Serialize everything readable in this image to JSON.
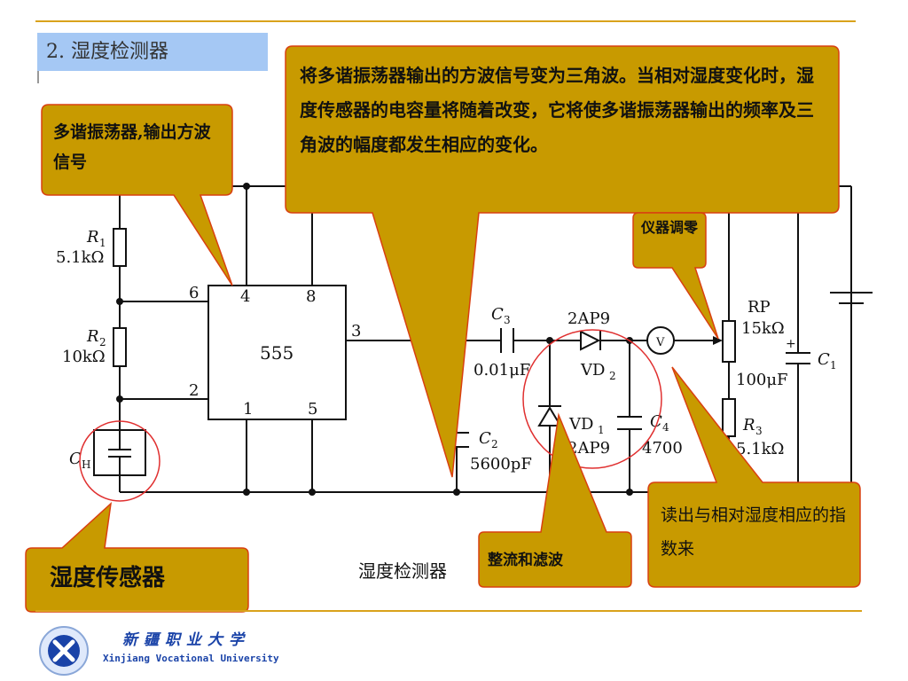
{
  "slide": {
    "title": "2. 湿度检测器",
    "caption": "湿度检测器"
  },
  "colors": {
    "accent_rule": "#d9a21b",
    "callout_fill": "#c89a00",
    "callout_border": "#d94010",
    "title_bar": "#a5c8f4",
    "highlight_circle": "#e03030",
    "logo_blue": "#1a43a8"
  },
  "callouts": {
    "multivibrator": "多谐振荡器,输出方波信号",
    "triangle_wave": "将多谐振荡器输出的方波信号变为三角波。当相对湿度变化时，湿度传感器的电容量将随着改变，它将使多谐振荡器输出的频率及三角波的幅度都发生相应的变化。",
    "zero_adjust": "仪器调零",
    "sensor": "湿度传感器",
    "rectify_filter": "整流和滤波",
    "readout": "读出与相对湿度相应的指数来"
  },
  "circuit": {
    "ic_label": "555",
    "pins": {
      "p6": "6",
      "p4": "4",
      "p8": "8",
      "p3": "3",
      "p2": "2",
      "p1": "1",
      "p5": "5"
    },
    "r1_name": "R",
    "r1_sub": "1",
    "r1_value": "5.1kΩ",
    "r2_name": "R",
    "r2_sub": "2",
    "r2_value": "10kΩ",
    "ch_name": "C",
    "ch_sub": "H",
    "c3_name": "C",
    "c3_sub": "3",
    "c3_value": "0.01μF",
    "c2_name": "C",
    "c2_sub": "2",
    "c2_value": "5600pF",
    "vd2_model": "2AP9",
    "vd2_name": "VD",
    "vd2_sub": "2",
    "vd1_name": "VD",
    "vd1_sub": "1",
    "vd1_model": "2AP9",
    "c4_name": "C",
    "c4_sub": "4",
    "c4_value": "4700",
    "meter": "V",
    "rp_name": "RP",
    "rp_value": "15kΩ",
    "c1_name": "C",
    "c1_sub": "1",
    "c1_value": "100μF",
    "c1_plus": "+",
    "r3_name": "R",
    "r3_sub": "3",
    "r3_value": "5.1kΩ"
  },
  "footer": {
    "university_cn": "新疆职业大学",
    "university_en": "Xinjiang Vocational University"
  }
}
